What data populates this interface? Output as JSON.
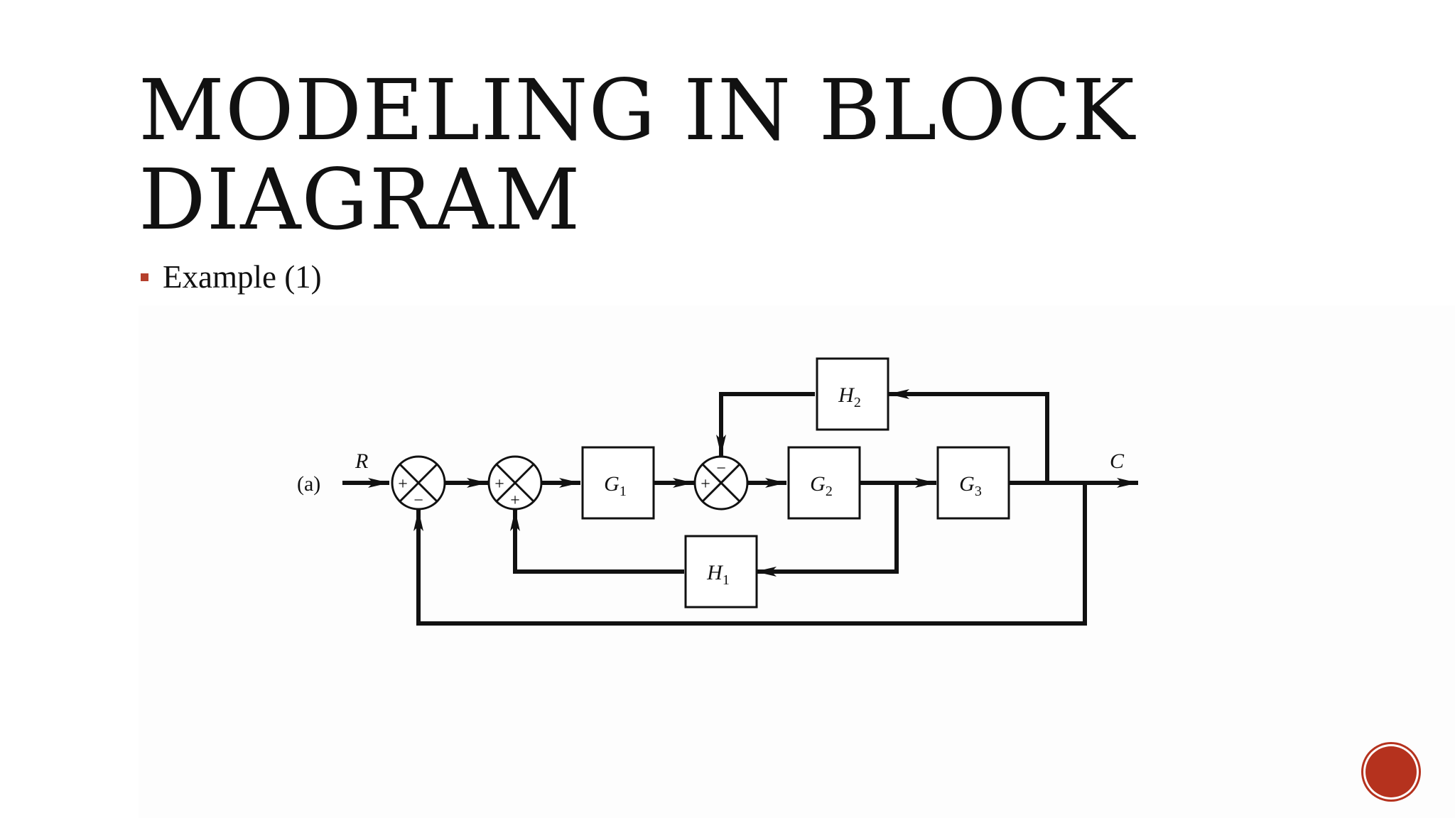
{
  "slide": {
    "title_line1": "MODELING IN BLOCK",
    "title_line2": "DIAGRAM",
    "bullet": "Example (1)"
  },
  "diagram": {
    "figure_label": "(a)",
    "input_label": "R",
    "output_label": "C",
    "blocks": {
      "g1": {
        "main": "G",
        "sub": "1"
      },
      "g2": {
        "main": "G",
        "sub": "2"
      },
      "g3": {
        "main": "G",
        "sub": "3"
      },
      "h1": {
        "main": "H",
        "sub": "1"
      },
      "h2": {
        "main": "H",
        "sub": "2"
      }
    },
    "signs": {
      "s1_left": "+",
      "s1_bottom": "−",
      "s2_left": "+",
      "s2_bottom": "+",
      "s3_left": "+",
      "s3_top": "−"
    }
  },
  "colors": {
    "accent": "#b5402d",
    "nav_button": "#b5321e",
    "text": "#111111"
  },
  "icons": {
    "nav": "circle-button-icon"
  }
}
